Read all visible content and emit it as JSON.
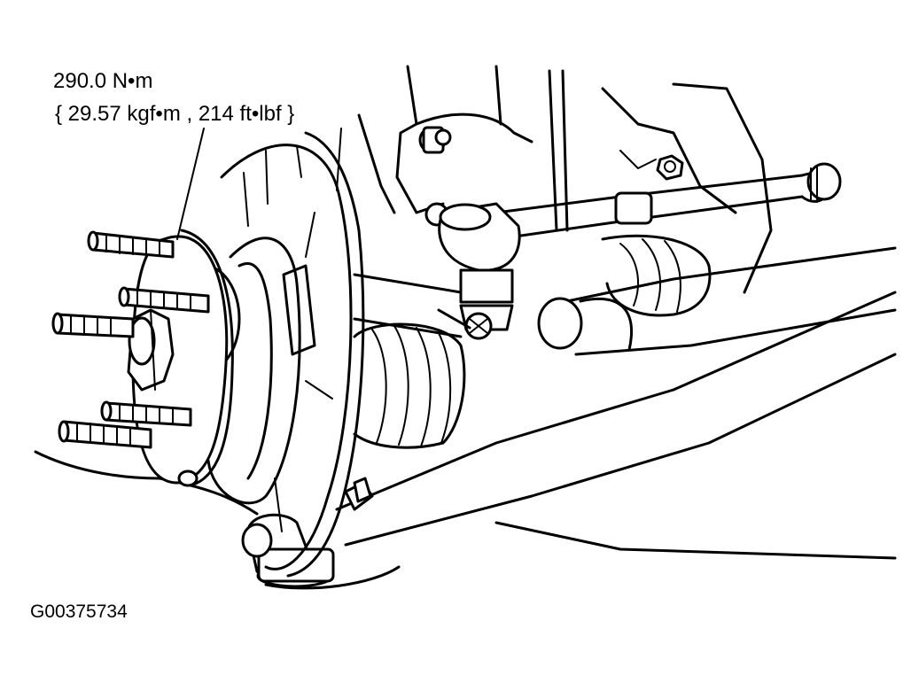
{
  "callout": {
    "torque_line1": "290.0 N•m",
    "torque_line2": "{ 29.57 kgf•m , 214 ft•lbf }"
  },
  "figure_id": "G00375734",
  "colors": {
    "ink": "#000000",
    "paper": "#ffffff"
  }
}
